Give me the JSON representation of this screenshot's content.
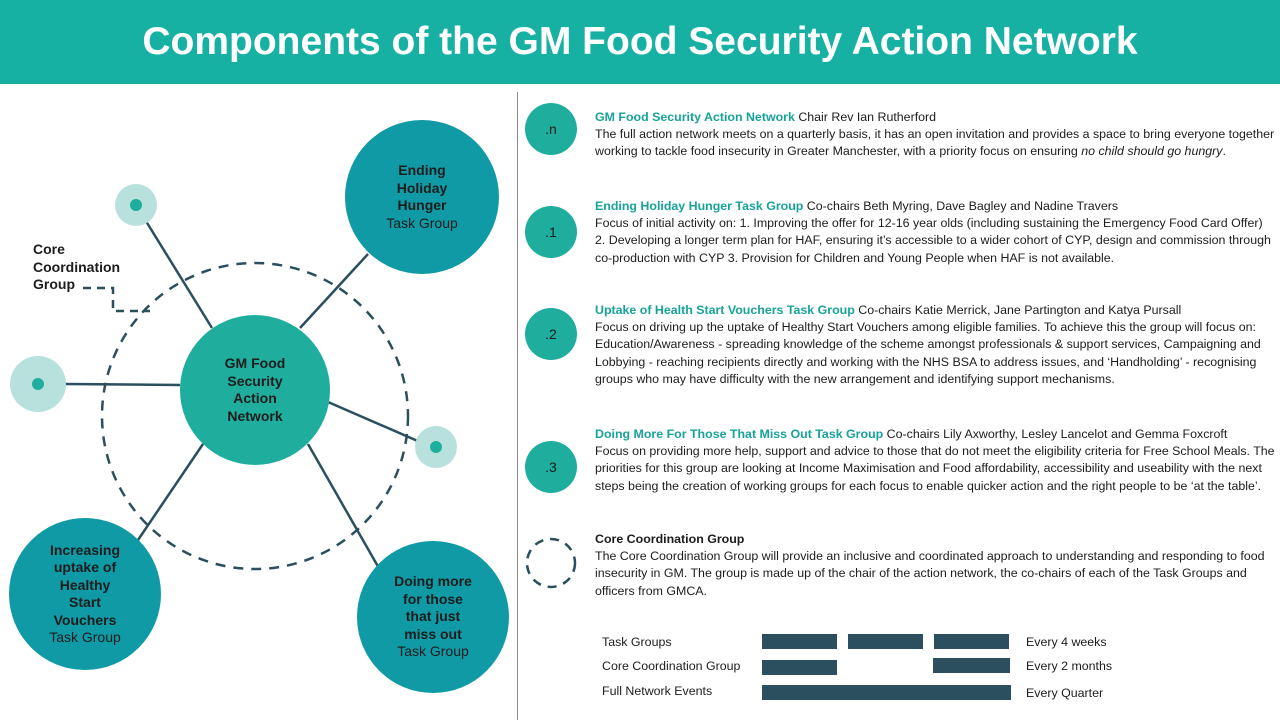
{
  "title": "Components of the GM Food Security Action Network",
  "diagram": {
    "center": {
      "line1": "GM Food",
      "line2": "Security",
      "line3": "Action",
      "line4": "Network"
    },
    "holiday": {
      "line1": "Ending",
      "line2": "Holiday",
      "line3": "Hunger",
      "sub": "Task Group"
    },
    "vouchers": {
      "line1": "Increasing",
      "line2": "uptake of",
      "line3": "Healthy",
      "line4": "Start",
      "line5": "Vouchers",
      "sub": "Task Group"
    },
    "missout": {
      "line1": "Doing more",
      "line2": "for those",
      "line3": "that just",
      "line4": "miss out",
      "sub": "Task Group"
    },
    "core_label": {
      "line1": "Core",
      "line2": "Coordination",
      "line3": "Group"
    }
  },
  "sections": [
    {
      "badge": ".n",
      "title": "GM Food Security Action Network",
      "chairs": " Chair Rev Ian Rutherford",
      "body": "The full action network meets on a quarterly basis, it has an open invitation and provides a space to bring everyone together working to tackle food insecurity in Greater Manchester, with a priority focus on ensuring ",
      "body_italic": "no child should go hungry",
      "body_end": "."
    },
    {
      "badge": ".1",
      "title": "Ending Holiday Hunger Task Group",
      "chairs": " Co-chairs Beth Myring, Dave Bagley and Nadine Travers",
      "body": "Focus of initial activity on: 1. Improving the offer for 12-16 year olds (including sustaining the Emergency Food Card Offer) 2. Developing a longer term plan for HAF, ensuring it’s accessible to a wider cohort of CYP, design and commission through co-production with CYP 3. Provision for Children and Young People when HAF is not available."
    },
    {
      "badge": ".2",
      "title": "Uptake of Health Start Vouchers Task Group",
      "chairs": " Co-chairs Katie Merrick, Jane Partington and Katya Pursall",
      "body": "Focus on driving up the uptake of Healthy Start Vouchers among eligible families. To achieve this the group will focus on: Education/Awareness - spreading knowledge of the scheme amongst professionals & support services, Campaigning and Lobbying - reaching recipients directly and working with the NHS BSA to address issues, and ‘Handholding’ - recognising groups who may have difficulty with the new arrangement and identifying support mechanisms."
    },
    {
      "badge": ".3",
      "title": "Doing More For Those That Miss Out Task Group",
      "chairs": " Co-chairs Lily Axworthy, Lesley Lancelot and Gemma Foxcroft",
      "body": "Focus on providing more help, support and advice to those that do not meet the eligibility criteria for Free School Meals. The priorities for this group are looking at Income Maximisation and Food affordability, accessibility and useability with the next steps being the creation of working groups for each focus to enable quicker action and the right people to be ‘at the table’."
    },
    {
      "title": "Core Coordination Group",
      "body": "The Core Coordination Group will provide an inclusive and coordinated approach to understanding and responding to food insecurity in GM.  The group is made up of the chair of the action network, the co-chairs of each of the Task Groups and officers from GMCA."
    }
  ],
  "legend": [
    {
      "label": "Task Groups",
      "freq": "Every 4 weeks"
    },
    {
      "label": "Core Coordination Group",
      "freq": "Every 2 months"
    },
    {
      "label": "Full Network Events",
      "freq": "Every Quarter"
    }
  ],
  "colors": {
    "header": "#17b1a4",
    "node_dark": "#0f9aa6",
    "node_mid": "#1fae9e",
    "node_pale": "#b8e0dc",
    "bar": "#2b4f5e",
    "title_teal": "#17a39a"
  }
}
